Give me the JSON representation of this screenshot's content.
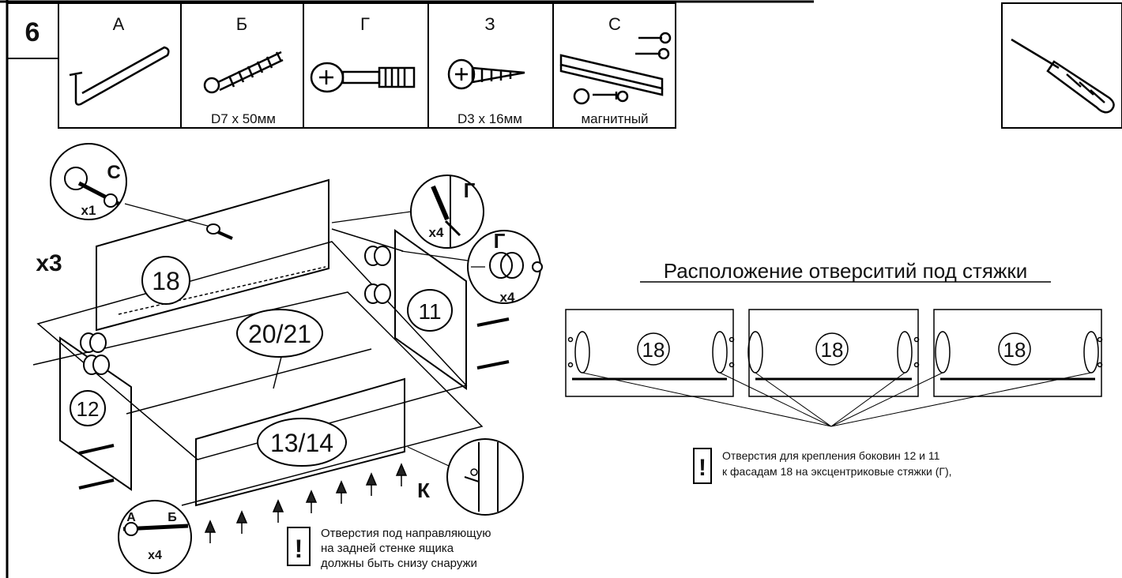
{
  "step": {
    "number": "6",
    "multiplier": "x3"
  },
  "parts": [
    {
      "letter": "А",
      "spec": ""
    },
    {
      "letter": "Б",
      "spec": "D7 x 50мм"
    },
    {
      "letter": "Г",
      "spec": ""
    },
    {
      "letter": "З",
      "spec": "D3 x 16мм"
    },
    {
      "letter": "С",
      "spec": "магнитный"
    }
  ],
  "assembly": {
    "panel_labels": [
      "18",
      "20/21",
      "11",
      "12",
      "13/14"
    ],
    "callouts": {
      "magnet": {
        "letter": "С",
        "qty": "x1"
      },
      "cam_pin": {
        "letter": "Г",
        "qty": "x4"
      },
      "cam_lock": {
        "letter": "Г",
        "qty": "x4"
      },
      "screws": {
        "letter_a": "А",
        "letter_b": "Б",
        "qty": "x4"
      },
      "runner": {
        "letter": "К"
      }
    },
    "warning": {
      "mark": "!",
      "lines": [
        "Отверстия под направляющую",
        "на задней стенке ящика",
        "должны быть снизу снаружи"
      ]
    }
  },
  "holes": {
    "title": "Расположение отверситий под стяжки",
    "panels": [
      "18",
      "18",
      "18"
    ],
    "note": {
      "mark": "!",
      "lines": [
        "Отверстия для крепления боковин 12 и 11",
        "к фасадам 18 на эксцентриковые стяжки (Г),"
      ]
    }
  }
}
